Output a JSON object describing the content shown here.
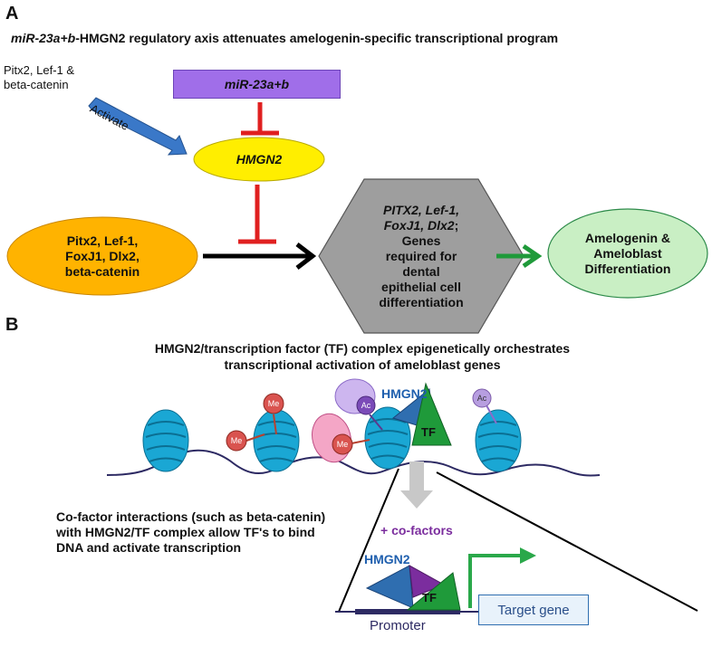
{
  "panel_a": {
    "label": "A",
    "title_italic": "miR-23a+b",
    "title_rest": "-HMGN2 regulatory axis attenuates amelogenin-specific transcriptional program",
    "activators_text": "Pitx2, Lef-1 &\nbeta-catenin",
    "activate_label": "Activate",
    "mir_label": "miR-23a+b",
    "hmgn2_label": "HMGN2",
    "tf_ellipse_label": "Pitx2, Lef-1,\nFoxJ1, Dlx2,\nbeta-catenin",
    "hex_italic": "PITX2, Lef-1,\nFoxJ1, Dlx2",
    "hex_sep": ";",
    "hex_rest": "Genes\nrequired for\ndental\nepithelial cell\ndifferentiation",
    "outcome_label": "Amelogenin &\nAmeloblast\nDifferentiation",
    "colors": {
      "mir_box": "#a06ee9",
      "inhibit": "#e02020",
      "hmgn2_ellipse": "#ffee00",
      "tf_ellipse": "#ffb300",
      "hexagon": "#9e9e9e",
      "outcome_ellipse": "#c9efc4",
      "green_arrow": "#1f9a3a",
      "activate_arrow": "#3a78c8"
    }
  },
  "panel_b": {
    "label": "B",
    "title": "HMGN2/transcription factor (TF) complex epigenetically orchestrates\ntranscriptional activation of ameloblast genes",
    "me_label": "Me",
    "ac_label": "Ac",
    "hmgn2_label": "HMGN2",
    "tf_label": "TF",
    "cofactor_text": "Co-factor interactions (such as beta-catenin)\nwith HMGN2/TF complex allow TF's to bind\nDNA and activate transcription",
    "plus_cofactors": "+ co-factors",
    "promoter_label": "Promoter",
    "target_gene_label": "Target gene",
    "colors": {
      "nucleosome": "#1aa7d4",
      "me_mark": "#d9534f",
      "ac_mark": "#b79ee0",
      "tf_green": "#1f9a3a",
      "hmgn2_blue": "#2f6eb0",
      "cofactor_purple": "#7b2d9e"
    }
  }
}
